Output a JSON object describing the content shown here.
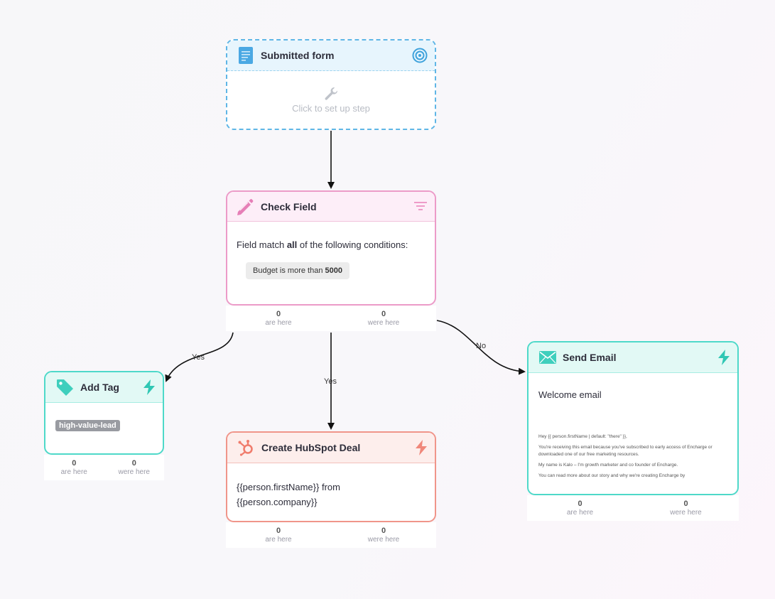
{
  "colors": {
    "trigger_border": "#5fb6e6",
    "filter_border": "#ec9bc8",
    "action_border": "#4ed9c9",
    "hubspot_border": "#f0958a",
    "connector": "#111111"
  },
  "nodes": {
    "submitted_form": {
      "title": "Submitted form",
      "icon": "form-document-icon",
      "status_icon": "target-icon",
      "setup_text": "Click to set up step",
      "setup_icon": "wrench-icon"
    },
    "check_field": {
      "title": "Check Field",
      "icon": "pencil-icon",
      "action_icon": "filter-icon",
      "condition_prefix": "Field match ",
      "condition_emphasis": "all",
      "condition_suffix": " of the following conditions:",
      "rule_prefix": "Budget is more than ",
      "rule_value": "5000",
      "stats": {
        "here_count": "0",
        "here_label": "are here",
        "were_count": "0",
        "were_label": "were here"
      }
    },
    "add_tag": {
      "title": "Add Tag",
      "icon": "tag-icon",
      "action_icon": "lightning-icon",
      "tag": "high-value-lead",
      "stats": {
        "here_count": "0",
        "here_label": "are here",
        "were_count": "0",
        "were_label": "were here"
      }
    },
    "hubspot_deal": {
      "title": "Create HubSpot Deal",
      "icon": "hubspot-icon",
      "action_icon": "lightning-icon",
      "line1": "{{person.firstName}} from",
      "line2": "{{person.company}}",
      "stats": {
        "here_count": "0",
        "here_label": "are here",
        "were_count": "0",
        "were_label": "were here"
      }
    },
    "send_email": {
      "title": "Send Email",
      "icon": "envelope-icon",
      "action_icon": "lightning-icon",
      "subject": "Welcome email",
      "preview": [
        "Hey {{ person.firstName | default: \"there\" }},",
        "You're receiving this email because you've subscribed to early access of Encharge or downloaded one of our free marketing resources.",
        "My name is Kalo – I'm growth marketer and co founder of Encharge.",
        "You can read more about our story and why we're creating Encharge by"
      ],
      "stats": {
        "here_count": "0",
        "here_label": "are here",
        "were_count": "0",
        "were_label": "were here"
      }
    }
  },
  "edges": {
    "yes_left": "Yes",
    "yes_center": "Yes",
    "no_right": "No"
  }
}
